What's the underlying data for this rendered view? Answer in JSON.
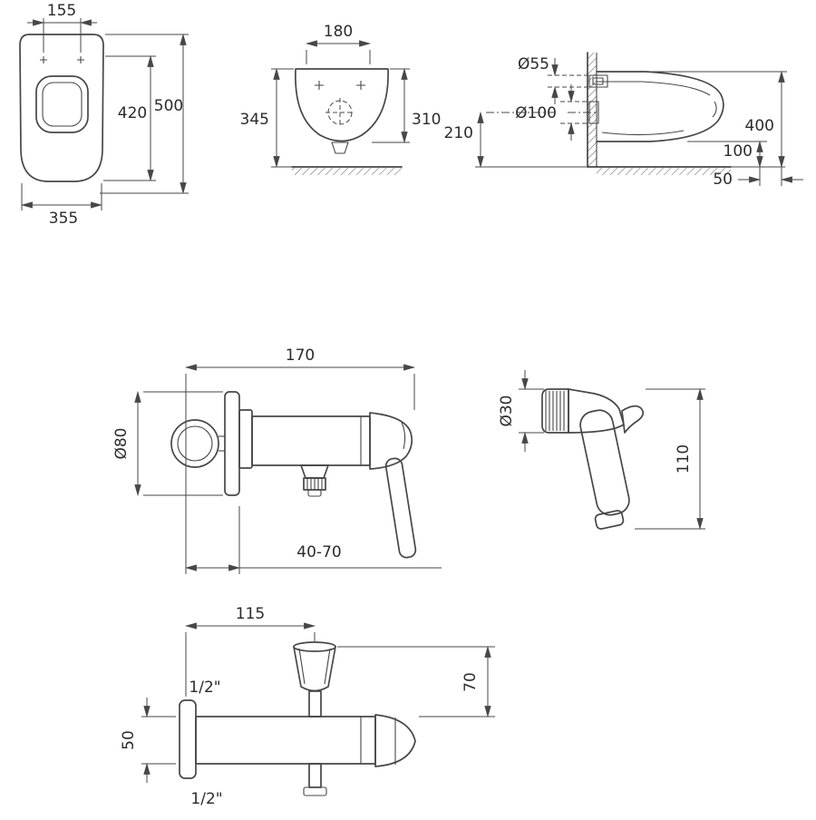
{
  "colors": {
    "line": "#474747",
    "text": "#2b2b2b",
    "background": "#ffffff"
  },
  "views": {
    "toilet_front": {
      "hole_spacing": "155",
      "rim_height": "420",
      "total_height": "500",
      "width": "355"
    },
    "toilet_facade": {
      "hole_spacing": "180",
      "height_to_floor": "345",
      "bowl_height": "310"
    },
    "toilet_side": {
      "inlet_diameter": "Ø55",
      "outlet_diameter": "Ø100",
      "outlet_axis_height": "210",
      "rim_height": "400",
      "underside_clearance": "100",
      "outlet_wall_offset": "50"
    },
    "mixer": {
      "body_length": "170",
      "escutcheon_diameter": "Ø80",
      "concealed_depth_range": "40-70"
    },
    "sprayer": {
      "head_diameter": "Ø30",
      "body_length": "110"
    },
    "holder_valve": {
      "body_length": "115",
      "top_connection": "1/2\"",
      "body_diameter": "50",
      "holder_offset": "70",
      "bottom_connection": "1/2\""
    }
  }
}
